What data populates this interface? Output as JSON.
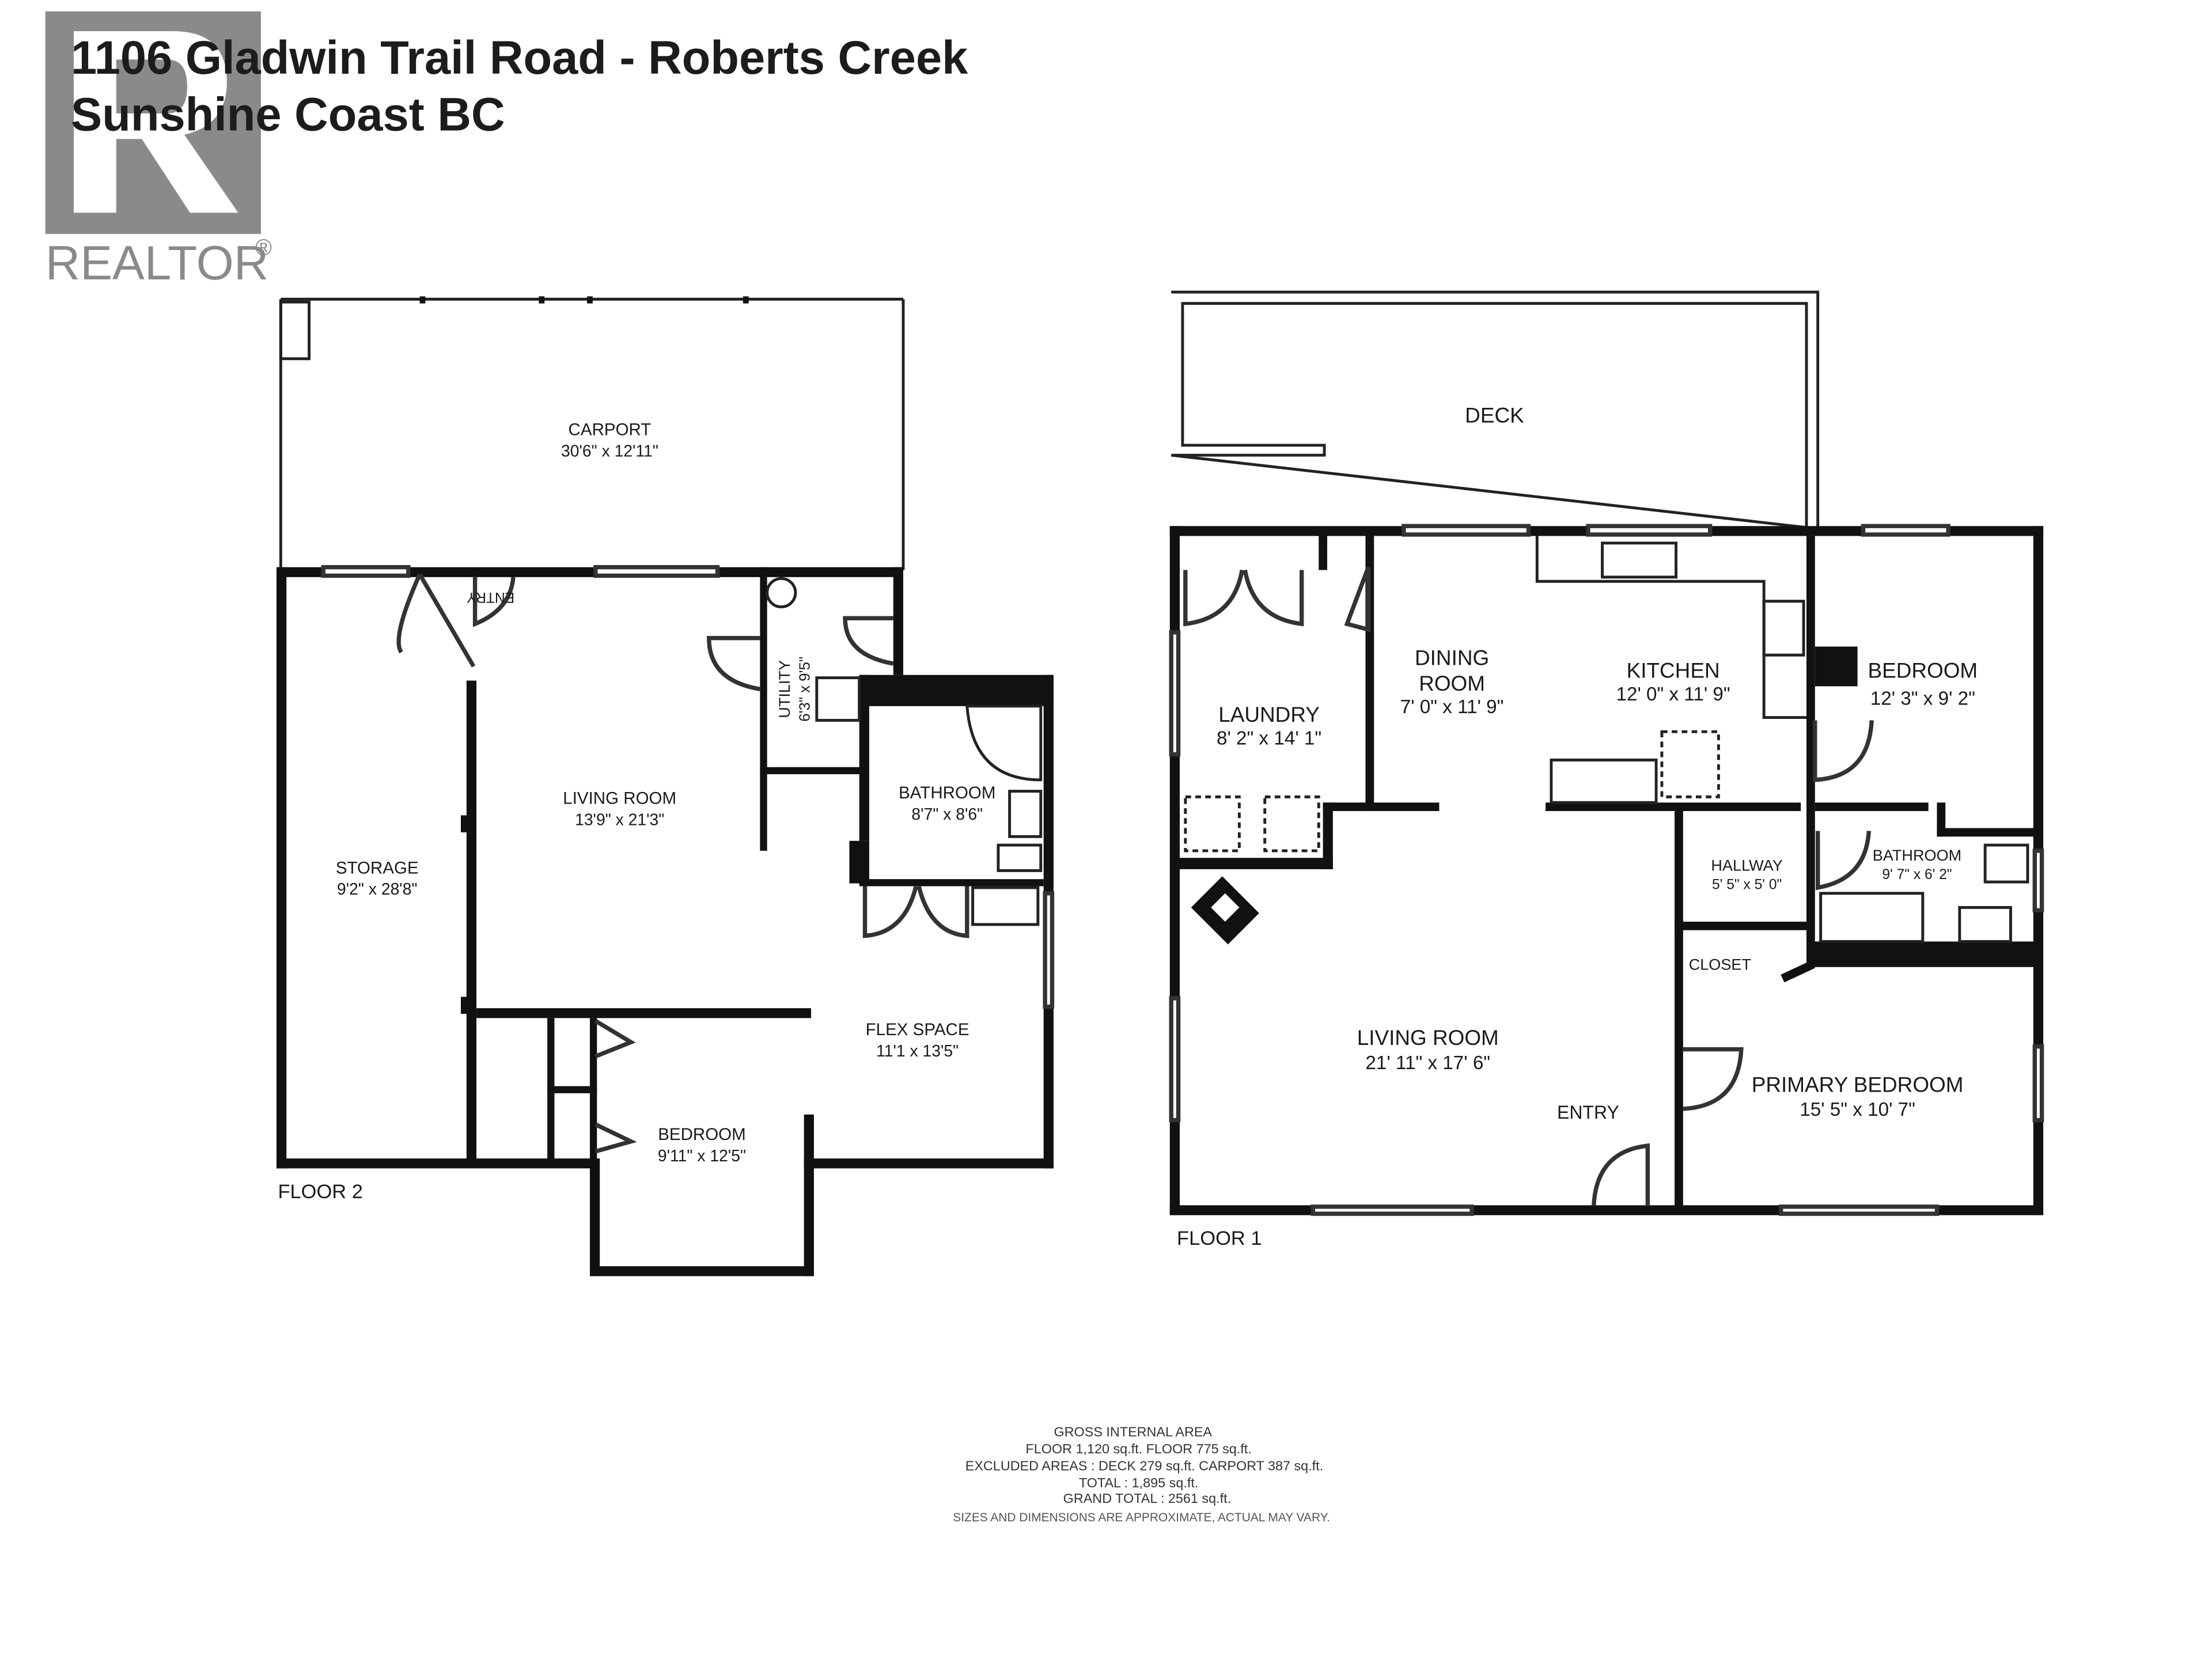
{
  "title": {
    "line1": "1106 Gladwin Trail Road  -  Roberts Creek",
    "line2": "Sunshine Coast BC"
  },
  "logo": {
    "text": "REALTOR",
    "mark": "®",
    "color": "#8a8a8a"
  },
  "floor2": {
    "label": "FLOOR 2",
    "rooms": {
      "carport": {
        "name": "CARPORT",
        "dims": "30'6\" x 12'11\""
      },
      "storage": {
        "name": "STORAGE",
        "dims": "9'2\" x 28'8\""
      },
      "living": {
        "name": "LIVING ROOM",
        "dims": "13'9\" x 21'3\""
      },
      "utility": {
        "name": "UTILITY",
        "dims": "6'3\" x 9'5\""
      },
      "bathroom": {
        "name": "BATHROOM",
        "dims": "8'7\" x 8'6\""
      },
      "flex": {
        "name": "FLEX SPACE",
        "dims": "11'1 x 13'5\""
      },
      "bedroom": {
        "name": "BEDROOM",
        "dims": "9'11\" x 12'5\""
      },
      "entry": {
        "name": "ENTRY"
      }
    }
  },
  "floor1": {
    "label": "FLOOR 1",
    "rooms": {
      "deck": {
        "name": "DECK"
      },
      "laundry": {
        "name": "LAUNDRY",
        "dims": "8' 2\" x 14' 1\""
      },
      "dining": {
        "name1": "DINING",
        "name2": "ROOM",
        "dims": "7' 0\" x 11' 9\""
      },
      "kitchen": {
        "name": "KITCHEN",
        "dims": "12' 0\" x 11' 9\""
      },
      "bedroom": {
        "name": "BEDROOM",
        "dims": "12' 3\" x 9' 2\""
      },
      "hallway": {
        "name": "HALLWAY",
        "dims": "5' 5\" x 5' 0\""
      },
      "bathroom": {
        "name": "BATHROOM",
        "dims": "9' 7\" x 6' 2\""
      },
      "closet": {
        "name": "CLOSET"
      },
      "living": {
        "name": "LIVING ROOM",
        "dims": "21' 11\" x 17' 6\""
      },
      "primary": {
        "name": "PRIMARY BEDROOM",
        "dims": "15' 5\" x 10' 7\""
      },
      "entry": {
        "name": "ENTRY"
      }
    }
  },
  "area_summary": {
    "heading": "GROSS INTERNAL AREA",
    "floors": "FLOOR 1,120 sq.ft. FLOOR 775 sq.ft.",
    "excluded": "EXCLUDED AREAS :  DECK 279 sq.ft. CARPORT 387 sq.ft.",
    "total": "TOTAL :  1,895 sq.ft.",
    "grand_total": "GRAND TOTAL : 2561 sq.ft.",
    "disclaimer": "SIZES AND DIMENSIONS ARE APPROXIMATE, ACTUAL MAY VARY."
  }
}
